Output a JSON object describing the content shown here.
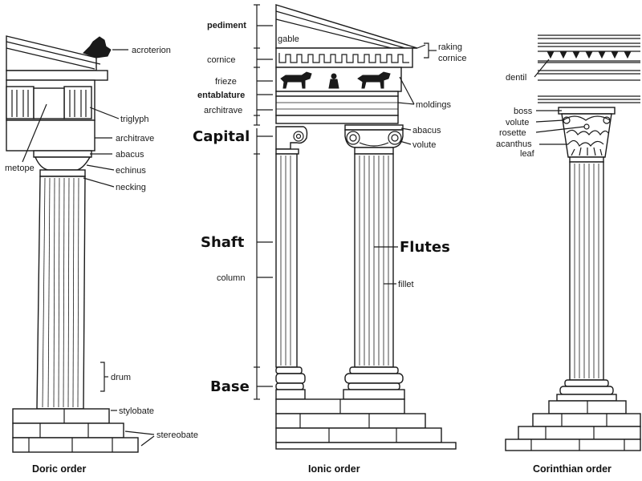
{
  "doric": {
    "title": "Doric order",
    "labels": {
      "acroterion": "acroterion",
      "triglyph": "triglyph",
      "architrave": "architrave",
      "abacus": "abacus",
      "echinus": "echinus",
      "necking": "necking",
      "metope": "metope",
      "drum": "drum",
      "stylobate": "stylobate",
      "stereobate": "stereobate"
    }
  },
  "ionic": {
    "title": "Ionic order",
    "labels": {
      "pediment": "pediment",
      "gable": "gable",
      "raking_cornice_1": "raking",
      "raking_cornice_2": "cornice",
      "cornice": "cornice",
      "frieze": "frieze",
      "entablature": "entablature",
      "architrave": "architrave",
      "moldings": "moldings",
      "abacus": "abacus",
      "volute": "volute",
      "column": "column",
      "fillet": "fillet"
    },
    "big_labels": {
      "capital": "Capital",
      "shaft": "Shaft",
      "flutes": "Flutes",
      "base": "Base"
    }
  },
  "corinthian": {
    "title": "Corinthian order",
    "labels": {
      "dentil": "dentil",
      "boss": "boss",
      "volute": "volute",
      "rosette": "rosette",
      "acanthus_1": "acanthus",
      "acanthus_2": "leaf"
    }
  }
}
